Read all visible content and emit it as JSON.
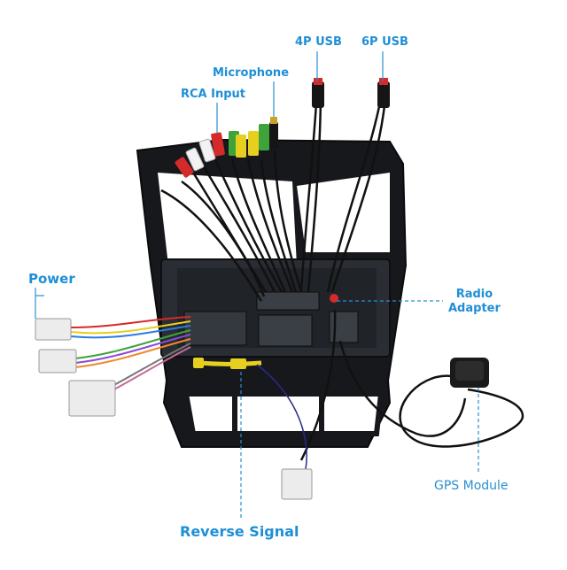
{
  "labels": {
    "usb4p": "4P USB",
    "usb6p": "6P USB",
    "microphone": "Microphone",
    "rca_input": "RCA Input",
    "power": "Power",
    "radio_adapter_line1": "Radio",
    "radio_adapter_line2": "Adapter",
    "gps_module": "GPS Module",
    "reverse_signal": "Reverse Signal"
  },
  "colors": {
    "label_blue": "#1e8fd6",
    "frame_black": "#16181c",
    "cable_black": "#111111",
    "rca_red": "#d42a2a",
    "rca_white": "#f2f2f2",
    "rca_yellow": "#e6cf1f",
    "rca_green": "#3ea33a",
    "connector_white": "#ececec",
    "leader_line": "#2a8fd0"
  }
}
